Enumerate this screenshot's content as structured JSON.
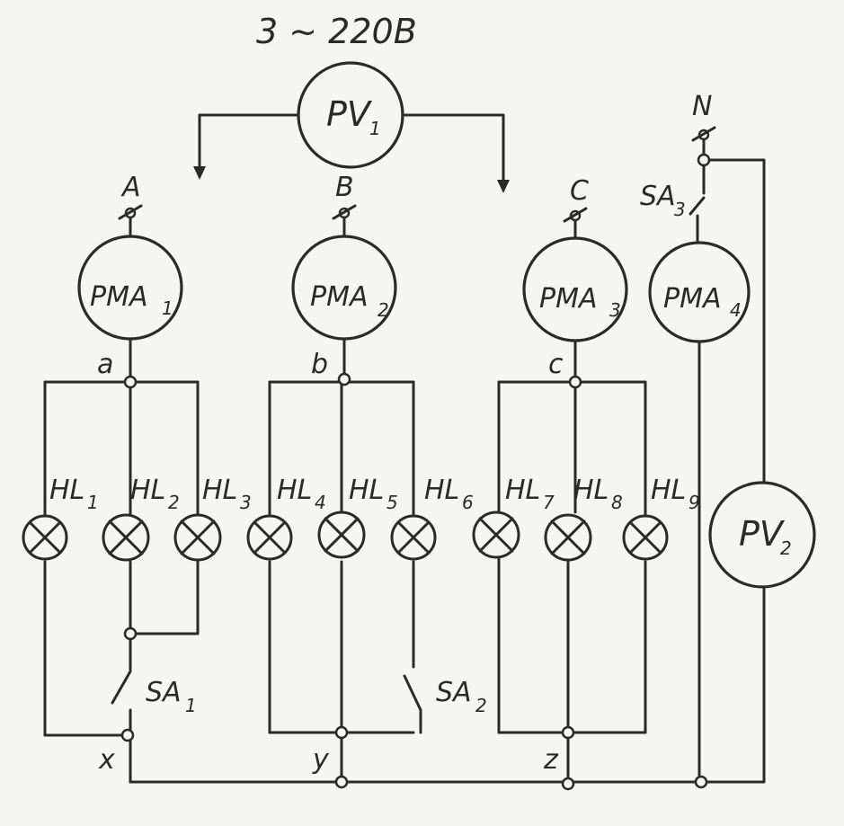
{
  "supply": "3 ~ 220B",
  "voltmeters": [
    {
      "id": "pv1",
      "main": "PV",
      "sub": "1"
    },
    {
      "id": "pv2",
      "main": "PV",
      "sub": "2"
    }
  ],
  "ammeters": [
    {
      "id": "pma1",
      "main": "PMA",
      "sub": "1"
    },
    {
      "id": "pma2",
      "main": "PMA",
      "sub": "2"
    },
    {
      "id": "pma3",
      "main": "PMA",
      "sub": "3"
    },
    {
      "id": "pma4",
      "main": "PMA",
      "sub": "4"
    }
  ],
  "terminals": [
    "A",
    "B",
    "C",
    "N"
  ],
  "nodes": [
    "a",
    "b",
    "c",
    "x",
    "y",
    "z"
  ],
  "lamps": [
    {
      "main": "HL",
      "sub": "1"
    },
    {
      "main": "HL",
      "sub": "2"
    },
    {
      "main": "HL",
      "sub": "3"
    },
    {
      "main": "HL",
      "sub": "4"
    },
    {
      "main": "HL",
      "sub": "5"
    },
    {
      "main": "HL",
      "sub": "6"
    },
    {
      "main": "HL",
      "sub": "7"
    },
    {
      "main": "HL",
      "sub": "8"
    },
    {
      "main": "HL",
      "sub": "9"
    }
  ],
  "switches": [
    {
      "main": "SA",
      "sub": "1"
    },
    {
      "main": "SA",
      "sub": "2"
    },
    {
      "main": "SA",
      "sub": "3"
    }
  ]
}
